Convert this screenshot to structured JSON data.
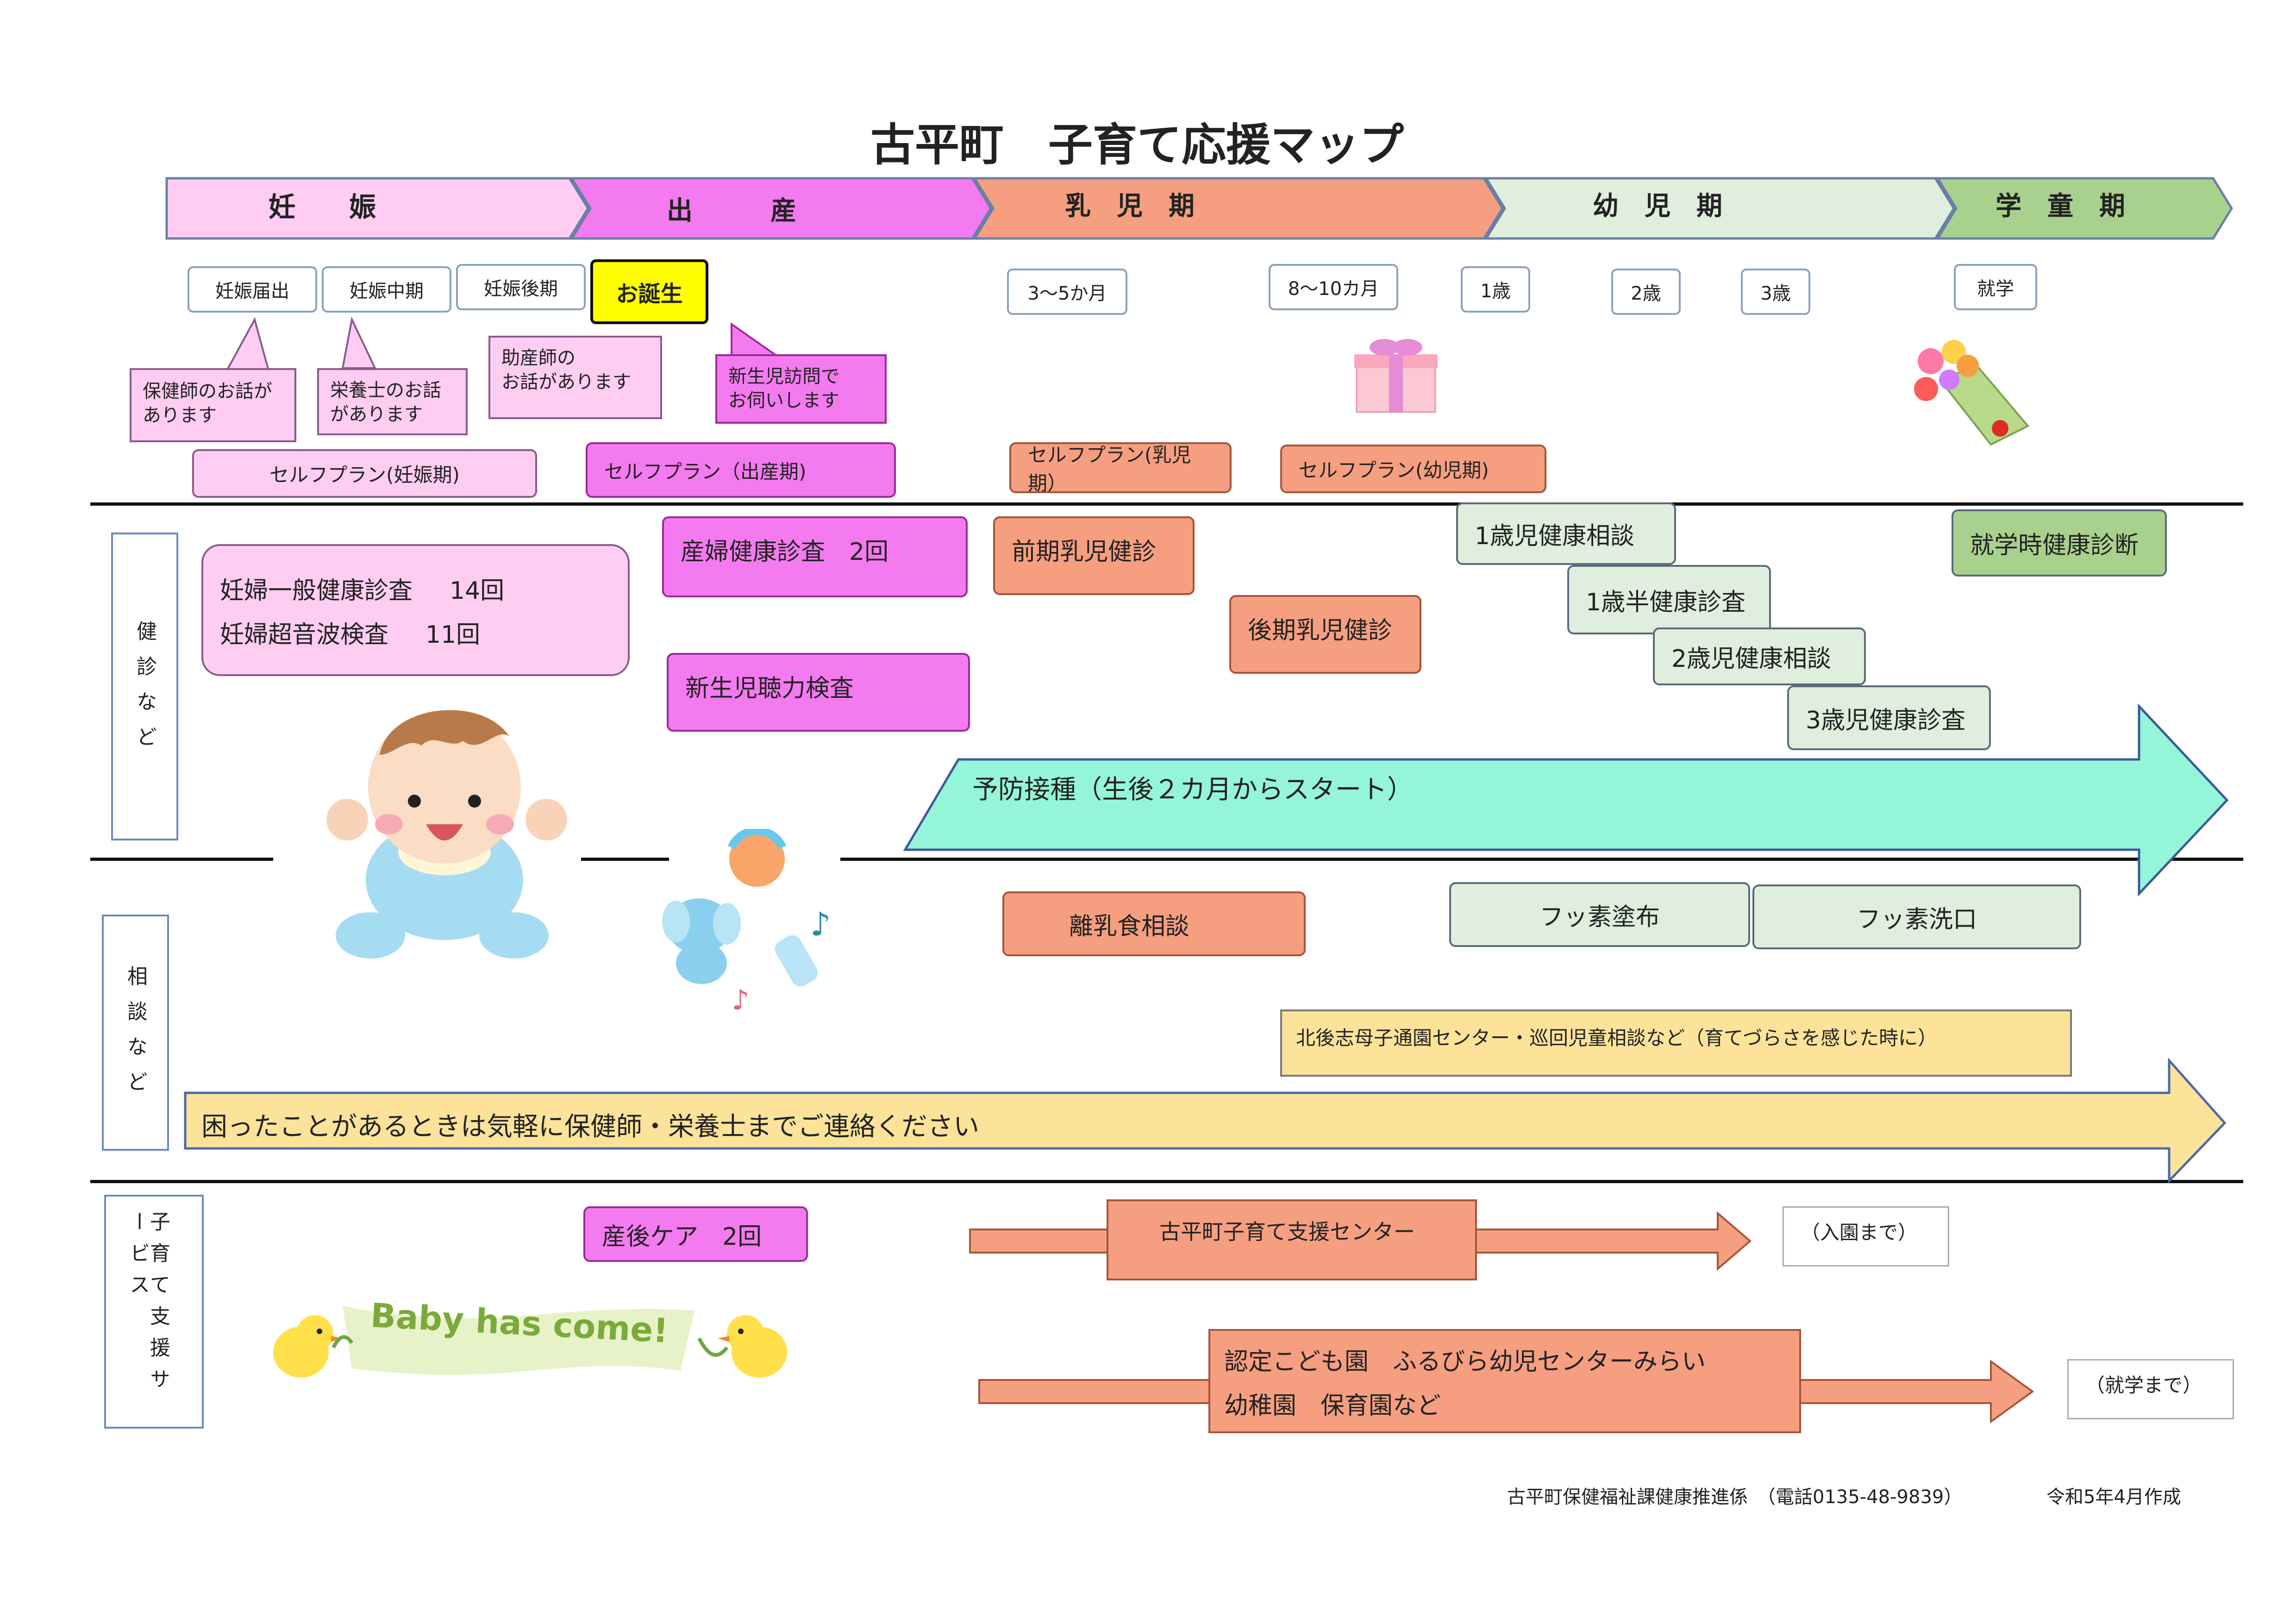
{
  "title": "古平町　子育て応援マップ",
  "stages": [
    "妊　　娠",
    "出　　　産",
    "乳　児　期",
    "幼　児　期",
    "学　童　期"
  ],
  "timeline": {
    "items": [
      "妊娠届出",
      "妊娠中期",
      "妊娠後期",
      "お誕生",
      "3〜5か月",
      "8〜10カ月",
      "1歳",
      "2歳",
      "3歳",
      "就学"
    ]
  },
  "callouts": {
    "nurse": "保健師のお話が\nあります",
    "nutritionist": "栄養士のお話\nがあります",
    "midwife": "助産師の\nお話があります",
    "newborn_visit": "新生児訪問で\nお伺いします"
  },
  "self_plans": [
    "セルフプラン(妊娠期)",
    "セルフプラン（出産期)",
    "セルフプラン(乳児期）",
    "セルフプラン(幼児期)"
  ],
  "section_labels": {
    "health": "健診など",
    "consult": "相談など",
    "support": "子育て支援サービス"
  },
  "health": {
    "pregnancy_checks": [
      {
        "name": "妊婦一般健康診査",
        "count": "14回"
      },
      {
        "name": "妊婦超音波検査",
        "count": "11回"
      }
    ],
    "postpartum_check": "産婦健康診査　2回",
    "hearing_test": "新生児聴力検査",
    "early_infant": "前期乳児健診",
    "late_infant": "後期乳児健診",
    "age1_consult": "1歳児健康相談",
    "age1_5_check": "1歳半健康診査",
    "age2_consult": "2歳児健康相談",
    "age3_check": "3歳児健康診査",
    "school_check": "就学時健康診断",
    "vaccination": "予防接種（生後２カ月からスタート）"
  },
  "consult": {
    "weaning": "離乳食相談",
    "fluoride_coat": "フッ素塗布",
    "fluoride_rinse": "フッ素洗口",
    "center": "北後志母子通園センター・巡回児童相談など（育てづらさを感じた時に）",
    "contact": "困ったことがあるときは気軽に保健師・栄養士までご連絡ください"
  },
  "support": {
    "postnatal_care": "産後ケア　2回",
    "support_center": "古平町子育て支援センター",
    "until_nursery": "（入園まで）",
    "kindergarten_line1": "認定こども園　ふるびら幼児センターみらい",
    "kindergarten_line2": "幼稚園　保育園など",
    "until_school": "（就学まで）"
  },
  "banner_text": "Baby has come!",
  "footer": {
    "dept": "古平町保健福祉課健康推進係　（電話0135-48-9839）",
    "date": "令和5年4月作成"
  },
  "colors": {
    "pregnancy": "#ffcdf2",
    "birth": "#f47af0",
    "infant": "#f59f80",
    "toddler": "#dfeedd",
    "school": "#a9d18e",
    "timeline": "#8faadc",
    "vaccination": "#94f5d8",
    "contact": "#fde39a"
  }
}
